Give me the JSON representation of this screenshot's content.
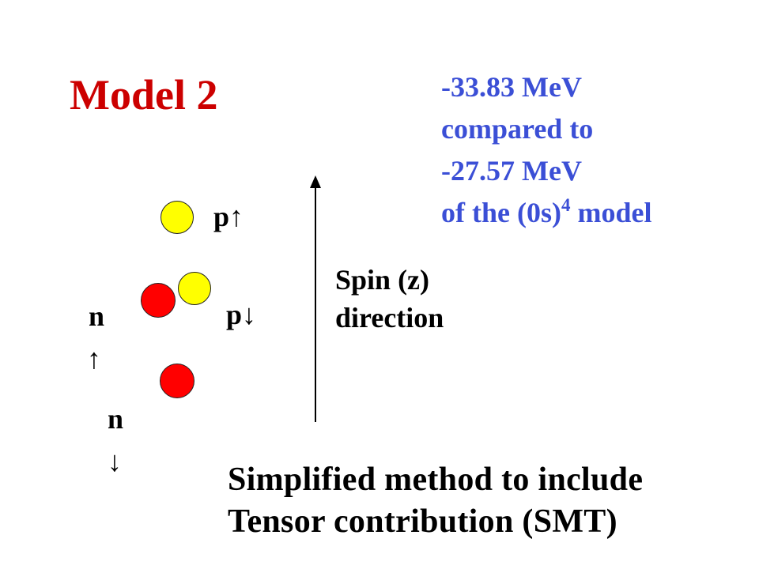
{
  "slide": {
    "title": "Model 2",
    "title_color": "#cc0000",
    "energy": {
      "line1": "-33.83 MeV",
      "line2": "compared to",
      "line3": "-27.57 MeV",
      "line4_prefix": "of the (0s)",
      "line4_superscript": "4",
      "line4_suffix": " model",
      "color": "#3b4fd6"
    },
    "particles": {
      "proton_up_label": "p↑",
      "proton_down_label": "p↓",
      "neutron_up_label": "n",
      "neutron_up_arrow": "↑",
      "neutron_down_label": "n",
      "neutron_down_arrow": "↓",
      "proton_color": "#ffff00",
      "neutron_color": "#ff0000"
    },
    "spin_axis": {
      "line1": "Spin (z)",
      "line2": "direction"
    },
    "footer": {
      "line1": "Simplified method to include",
      "line2": "Tensor contribution (SMT)"
    }
  }
}
